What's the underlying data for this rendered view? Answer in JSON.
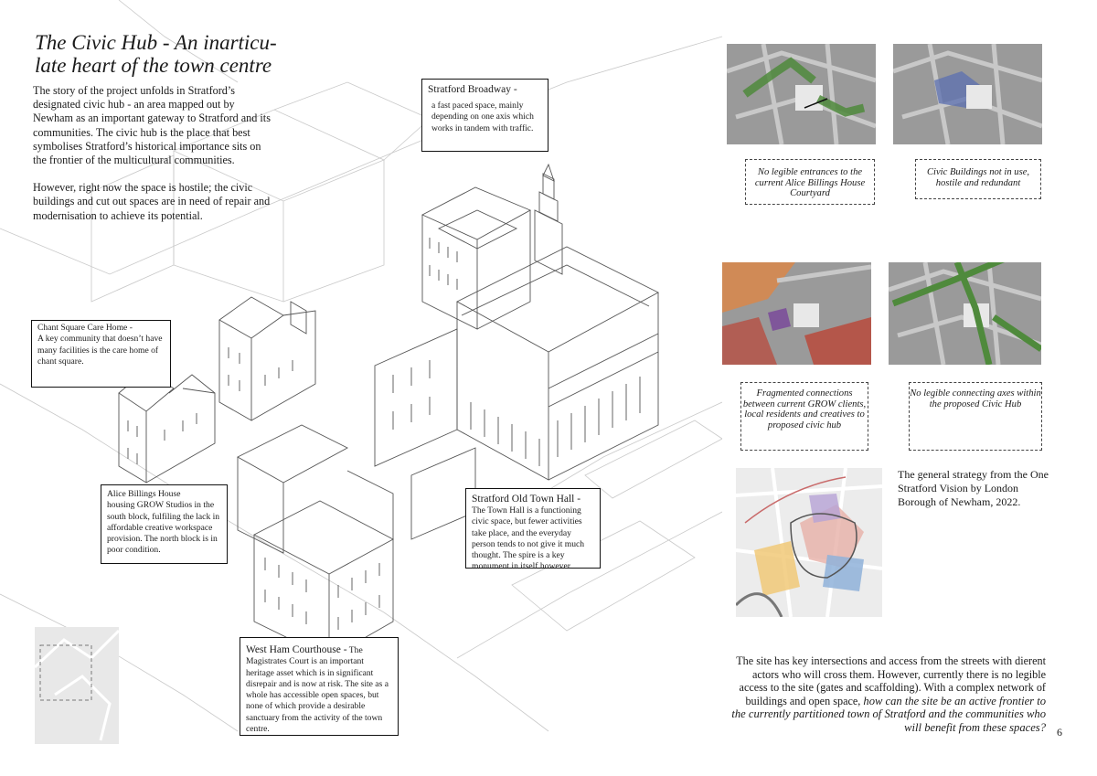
{
  "title": "The Civic Hub - An inarticulate heart of the town centre",
  "title_lines": [
    "The Civic Hub - An inarticu-",
    "late heart of the town centre"
  ],
  "intro": {
    "p1": "The story of the project unfolds in Stratford’s designated civic hub - an area mapped out by Newham as an important gateway to Stratford and its communities. The civic hub is the place that best symbolises Stratford’s historical importance sits on the frontier of the multicultural communities.",
    "p2": "However, right now the space is hostile; the civic buildings and cut out spaces are in need of repair and modernisation to achieve its potential."
  },
  "labels": {
    "broadway": {
      "title": "Stratford Broadway -",
      "text": "a fast paced space, mainly depending on one axis which works in tandem with traffic."
    },
    "chant": {
      "title": "Chant Square Care Home -",
      "text": "A key community that doesn’t have many facilities is the care home of chant square."
    },
    "alice": {
      "title": "Alice Billings House",
      "text": "housing GROW Studios in the south block, fulfiling the lack in affordable creative workspace provision. The north block is in poor condition."
    },
    "townhall": {
      "title": "Stratford Old Town Hall -",
      "text": "The Town Hall is a functioning civic space, but fewer activities take place, and the everyday person tends to not give it much thought. The spire is a key monument in itself however."
    },
    "courthouse": {
      "title": "West Ham Courthouse -",
      "text": "The Magistrates Court is an important heritage asset which is in significant disrepair and is now at risk. The site as a whole has accessible open spaces, but none of which provide a desirable sanctuary from the activity of the town centre."
    }
  },
  "captions": {
    "c1": "No legible entrances to the current Alice Billings House Courtyard",
    "c2": "Civic Buildings not in use, hostile and redundant",
    "c3": "Fragmented connections between current GROW clients, local residents and creatives to proposed civic hub",
    "c4": "No legible connecting axes within the proposed Civic Hub"
  },
  "strategy": "The general strategy from the One Stratford Vision by London Borough of Newham, 2022.",
  "closing": {
    "plain": "The site has key intersections and access from the streets with dierent actors who will cross them. However, currently there is no legible access to the site (gates and scaffolding). With a complex network of buildings and open space,",
    "italic": "how can the site be an active frontier to the currently partitioned town of Stratford and the communities who will benefit from these spaces?"
  },
  "page_number": "6",
  "colors": {
    "overlay_green": "#4f8a3c",
    "overlay_blue": "#5b6fb0",
    "overlay_orange": "#d9874a",
    "overlay_red": "#b84a3c",
    "overlay_purple": "#7a4a9a"
  }
}
